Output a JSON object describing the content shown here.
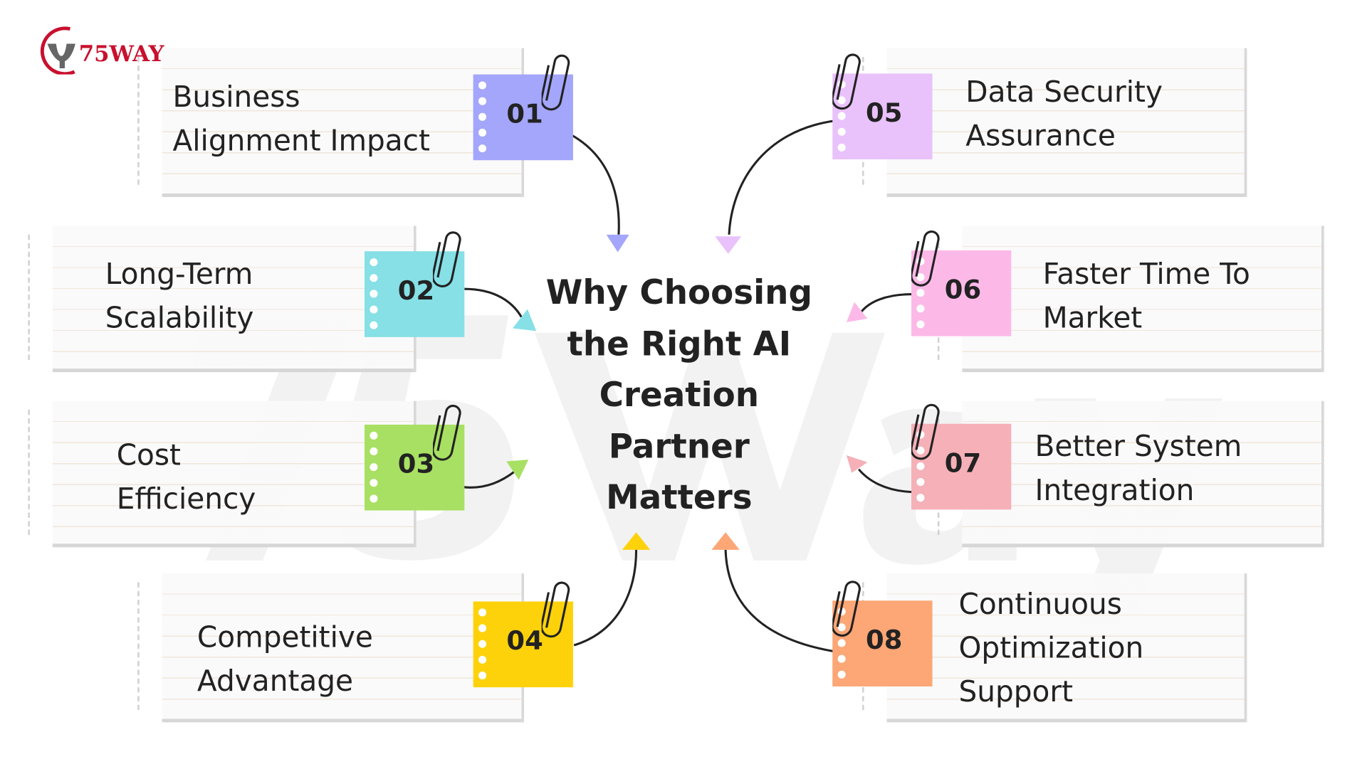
{
  "logo": {
    "text": "75WAY"
  },
  "watermark": "75way",
  "title": {
    "lines": [
      "Why Choosing",
      "the Right AI",
      "Creation",
      "Partner",
      "Matters"
    ]
  },
  "items": [
    {
      "num": "01",
      "lines": [
        "Business",
        "Alignment Impact"
      ],
      "color": "#a3a6fa"
    },
    {
      "num": "02",
      "lines": [
        "Long-Term",
        "Scalability"
      ],
      "color": "#86e0e6"
    },
    {
      "num": "03",
      "lines": [
        "Cost",
        "Efficiency"
      ],
      "color": "#a8e063"
    },
    {
      "num": "04",
      "lines": [
        "Competitive",
        "Advantage"
      ],
      "color": "#fdd20a"
    },
    {
      "num": "05",
      "lines": [
        "Data Security",
        "Assurance"
      ],
      "color": "#e9c2fb"
    },
    {
      "num": "06",
      "lines": [
        "Faster Time To",
        "Market"
      ],
      "color": "#fcb9e8"
    },
    {
      "num": "07",
      "lines": [
        "Better System",
        "Integration"
      ],
      "color": "#f5b0b8"
    },
    {
      "num": "08",
      "lines": [
        "Continuous",
        "Optimization",
        "Support"
      ],
      "color": "#fda676"
    }
  ]
}
